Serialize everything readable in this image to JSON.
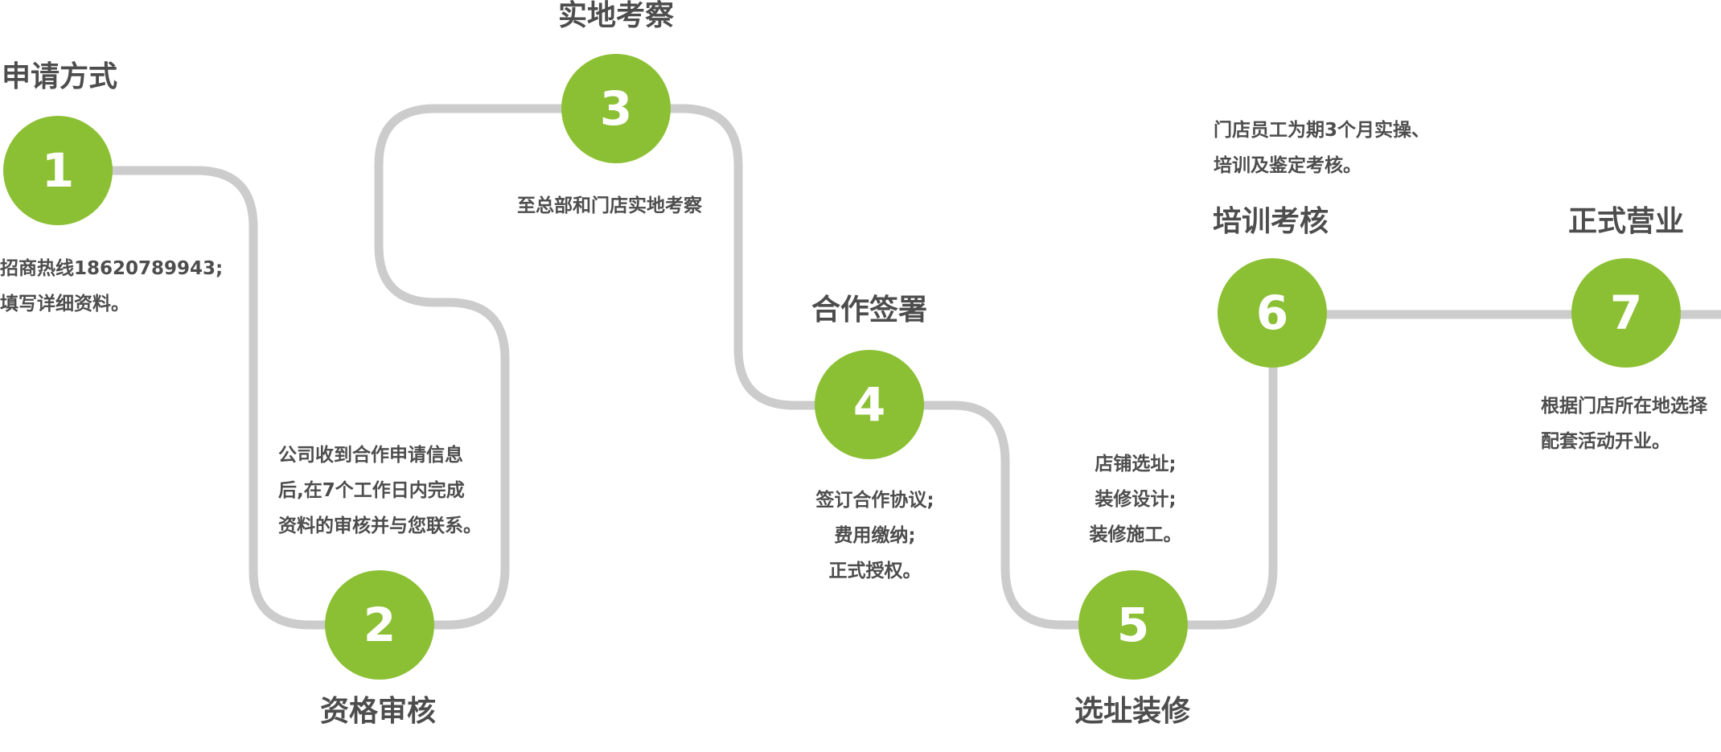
{
  "colors": {
    "accent": "#8cc034",
    "path": "#cccccc",
    "text": "#4d4d4d"
  },
  "steps": [
    {
      "number": "1",
      "title": "申请方式",
      "lines": [
        "招商热线18620789943;",
        "填写详细资料。"
      ]
    },
    {
      "number": "2",
      "title": "资格审核",
      "lines": [
        "公司收到合作申请信息",
        "后,在7个工作日内完成",
        "资料的审核并与您联系。"
      ]
    },
    {
      "number": "3",
      "title": "实地考察",
      "lines": [
        "至总部和门店实地考察"
      ]
    },
    {
      "number": "4",
      "title": "合作签署",
      "lines": [
        "签订合作协议;",
        "费用缴纳;",
        "正式授权。"
      ]
    },
    {
      "number": "5",
      "title": "选址装修",
      "lines": [
        "店铺选址;",
        "装修设计;",
        "装修施工。"
      ]
    },
    {
      "number": "6",
      "title": "培训考核",
      "lines": [
        "门店员工为期3个月实操、",
        "培训及鉴定考核。"
      ]
    },
    {
      "number": "7",
      "title": "正式营业",
      "lines": [
        "根据门店所在地选择",
        "配套活动开业。"
      ]
    }
  ]
}
